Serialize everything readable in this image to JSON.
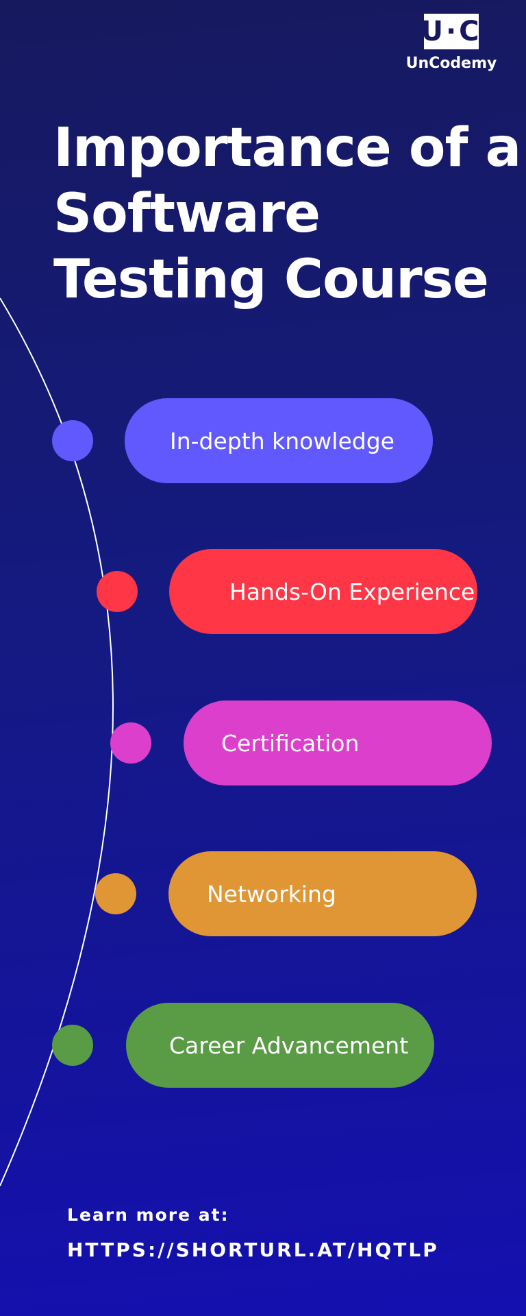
{
  "logo": {
    "mark_letters": "U·C",
    "name": "UnCodemy"
  },
  "title": {
    "lines": [
      "Importance of a",
      "Software",
      "Testing Course"
    ]
  },
  "items": [
    {
      "label": "In-depth knowledge",
      "color": "#6159fe"
    },
    {
      "label": "Hands-On Experience",
      "color": "#fe3646"
    },
    {
      "label": "Certification",
      "color": "#dc3fcb"
    },
    {
      "label": "Networking",
      "color": "#e09634"
    },
    {
      "label": "Career Advancement",
      "color": "#5a9b46"
    }
  ],
  "footer": {
    "label": "Learn more at:",
    "url": "HTTPS://SHORTURL.AT/HQTLP"
  },
  "colors": {
    "background_top": "#17195e",
    "background_bottom": "#1410b0",
    "arc": "#ffffff"
  }
}
